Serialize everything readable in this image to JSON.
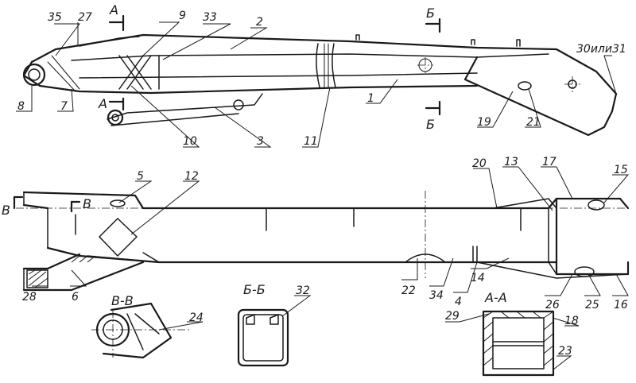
{
  "callouts": {
    "n1": "1",
    "n2": "2",
    "n3": "3",
    "n4": "4",
    "n5": "5",
    "n6": "6",
    "n7": "7",
    "n8": "8",
    "n9": "9",
    "n10": "10",
    "n11": "11",
    "n12": "12",
    "n13": "13",
    "n14": "14",
    "n15": "15",
    "n16": "16",
    "n17": "17",
    "n18": "18",
    "n19": "19",
    "n20": "20",
    "n21": "21",
    "n22": "22",
    "n23": "23",
    "n24": "24",
    "n25": "25",
    "n26": "26",
    "n27": "27",
    "n28": "28",
    "n29": "29",
    "n30_31": "30или31",
    "n32": "32",
    "n33": "33",
    "n34": "34",
    "n35": "35"
  },
  "section_marks": {
    "a": "А",
    "b": "Б",
    "v": "В"
  },
  "section_titles": {
    "vv": "В-В",
    "bb": "Б-Б",
    "aa": "А-А"
  }
}
